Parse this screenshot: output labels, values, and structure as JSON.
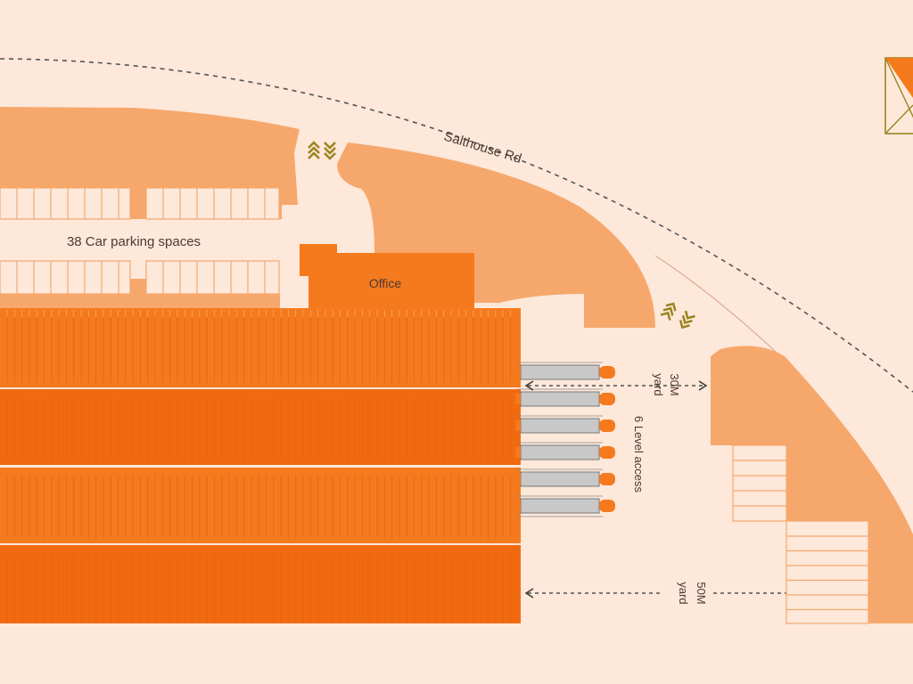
{
  "labels": {
    "road": "Salthouse Rd",
    "parking": "38 Car parking spaces",
    "office": "Office",
    "yard_30": [
      "30M",
      "yard"
    ],
    "access": "6 Level access",
    "yard_50": [
      "50M",
      "yard"
    ]
  },
  "colors": {
    "background": "#fde8da",
    "land": "#f6a86c",
    "building": "#f57a1e",
    "building_dark": "#f26a10",
    "arrow": "#9a8420",
    "truck_body": "#c8c8c8",
    "truck_cab": "#f57a1e"
  },
  "icons": [
    "compass-icon",
    "chevron-direction-icon",
    "truck-icon"
  ],
  "counts": {
    "car_parking_spaces": 38,
    "level_access_doors": 6
  }
}
